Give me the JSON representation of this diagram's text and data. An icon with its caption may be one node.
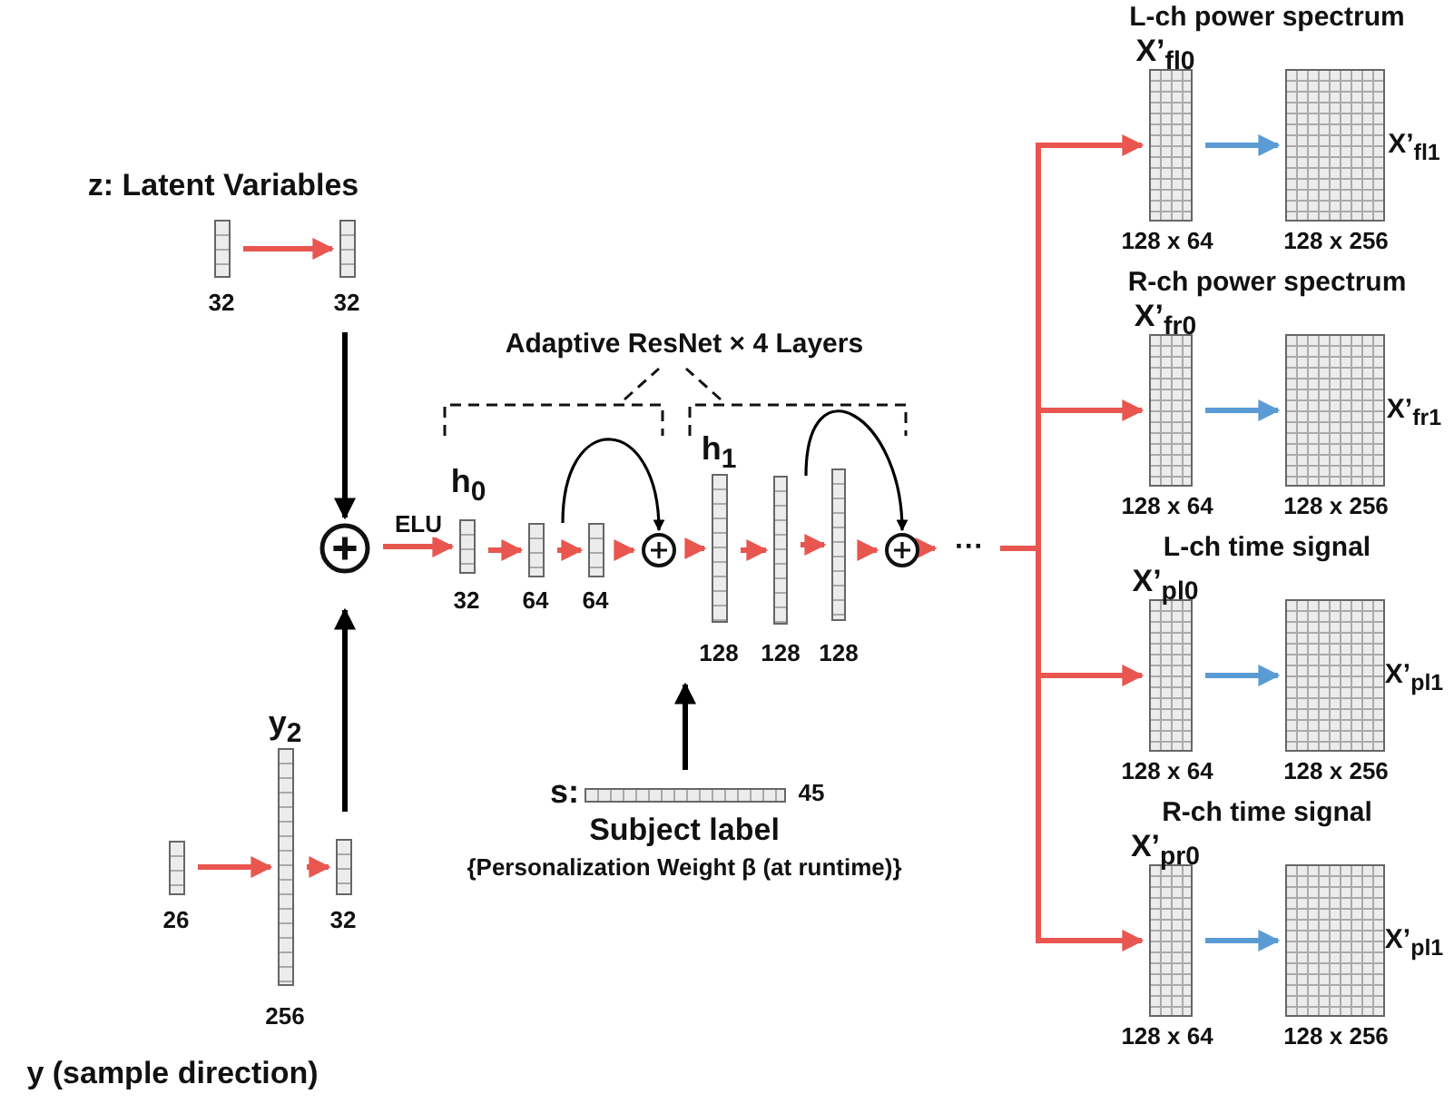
{
  "diagram": {
    "nodes": [
      {
        "text": [],
        "shape": "bar",
        "beside": [
          "32"
        ]
      },
      {
        "text": [],
        "shape": "bar",
        "beside": [
          "32"
        ]
      },
      {
        "text": [],
        "shape": "bar",
        "beside": [
          "26"
        ]
      },
      {
        "text": [],
        "shape": "bar",
        "beside": [
          "y$_{2}$",
          "256"
        ]
      },
      {
        "text": [],
        "shape": "bar",
        "beside": [
          "32"
        ]
      },
      {
        "text": [],
        "shape": "circle"
      },
      {
        "text": [],
        "shape": "bar",
        "beside": [
          "h$_{0}$",
          "32"
        ]
      },
      {
        "text": [],
        "shape": "bar",
        "beside": [
          "64"
        ]
      },
      {
        "text": [],
        "shape": "bar",
        "beside": [
          "64"
        ]
      },
      {
        "text": [],
        "shape": "circle"
      },
      {
        "text": [],
        "shape": "bar",
        "beside": [
          "h$_{1}$",
          "128"
        ]
      },
      {
        "text": [],
        "shape": "bar",
        "beside": [
          "128"
        ]
      },
      {
        "text": [],
        "shape": "bar",
        "beside": [
          "128"
        ]
      },
      {
        "text": [],
        "shape": "circle"
      },
      {
        "text": [
          "···"
        ]
      },
      {
        "text": [],
        "shape": "bar",
        "beside": [
          "s:",
          "45",
          "Subject label",
          "{Personalization Weight β (at runtime)}"
        ]
      },
      {
        "text": [],
        "shape": "grid",
        "beside": [
          "L-ch power spectrum",
          "X’$_{fl0}$",
          "128 x 64"
        ]
      },
      {
        "text": [],
        "shape": "grid",
        "beside": [
          "X’$_{fl1}$",
          "128 x 256"
        ]
      },
      {
        "text": [],
        "shape": "grid",
        "beside": [
          "R-ch power spectrum",
          "X’$_{fr0}$",
          "128 x 64"
        ]
      },
      {
        "text": [],
        "shape": "grid",
        "beside": [
          "X’$_{fr1}$",
          "128 x 256"
        ]
      },
      {
        "text": [],
        "shape": "grid",
        "beside": [
          "L-ch time signal",
          "X’$_{pl0}$",
          "128 x 64"
        ]
      },
      {
        "text": [],
        "shape": "grid",
        "beside": [
          "X’$_{pl1}$",
          "128 x 256"
        ]
      },
      {
        "text": [],
        "shape": "grid",
        "beside": [
          "R-ch time signal",
          "X’$_{pr0}$",
          "128 x 64"
        ]
      },
      {
        "text": [],
        "shape": "grid",
        "beside": [
          "X’$_{pl1}$",
          "128 x 256"
        ]
      }
    ],
    "edges": [
      {
        "from": 0,
        "to": 1,
        "arrow": "to"
      },
      {
        "from": 1,
        "to": 5,
        "arrow": "to",
        "color": "#000000"
      },
      {
        "from": 2,
        "to": 3,
        "arrow": "to"
      },
      {
        "from": 3,
        "to": 4,
        "arrow": "to"
      },
      {
        "from": 4,
        "to": 5,
        "arrow": "to",
        "color": "#000000"
      },
      {
        "from": 5,
        "to": 6,
        "arrow": "to",
        "label": "ELU"
      },
      {
        "from": 6,
        "to": 7,
        "arrow": "to"
      },
      {
        "from": 7,
        "to": 8,
        "arrow": "to"
      },
      {
        "from": 8,
        "to": 9,
        "arrow": "to"
      },
      {
        "from": 7,
        "to": 9,
        "arrow": "to",
        "color": "#000000"
      },
      {
        "from": 9,
        "to": 10,
        "arrow": "to"
      },
      {
        "from": 10,
        "to": 11,
        "arrow": "to"
      },
      {
        "from": 11,
        "to": 12,
        "arrow": "to"
      },
      {
        "from": 12,
        "to": 13,
        "arrow": "to"
      },
      {
        "from": 11,
        "to": 13,
        "arrow": "to",
        "color": "#000000"
      },
      {
        "from": 13,
        "to": 14,
        "arrow": "to"
      },
      {
        "from": 14,
        "to": 16,
        "arrow": "to"
      },
      {
        "from": 14,
        "to": 18,
        "arrow": "to"
      },
      {
        "from": 14,
        "to": 20,
        "arrow": "to"
      },
      {
        "from": 14,
        "to": 22,
        "arrow": "to"
      },
      {
        "from": 16,
        "to": 17,
        "arrow": "to",
        "color": "#5b9bd5"
      },
      {
        "from": 18,
        "to": 19,
        "arrow": "to",
        "color": "#5b9bd5"
      },
      {
        "from": 20,
        "to": 21,
        "arrow": "to",
        "color": "#5b9bd5"
      },
      {
        "from": 22,
        "to": 23,
        "arrow": "to",
        "color": "#5b9bd5"
      },
      {
        "from": 15,
        "to": 10,
        "arrow": "to",
        "color": "#000000"
      }
    ],
    "labels": [
      "z: Latent Variables",
      "Adaptive ResNet × 4 Layers",
      "y (sample direction)"
    ]
  }
}
